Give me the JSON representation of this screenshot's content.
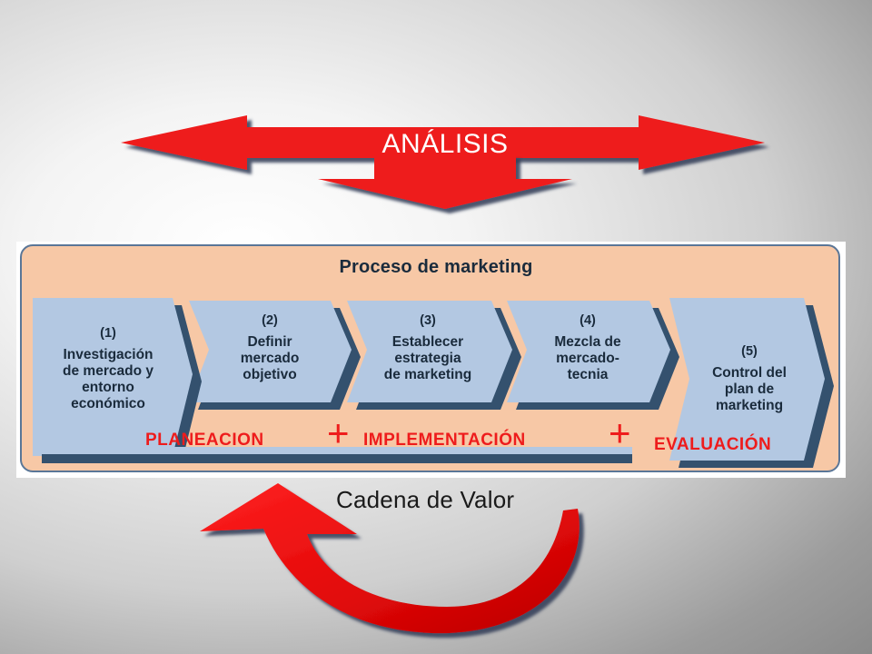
{
  "analysis": {
    "label": "ANÁLISIS"
  },
  "panel": {
    "title": "Proceso de marketing",
    "steps": [
      {
        "number": "(1)",
        "lines": [
          "Investigación",
          "de mercado y",
          "entorno",
          "económico"
        ]
      },
      {
        "number": "(2)",
        "lines": [
          "Definir",
          "mercado",
          "objetivo"
        ]
      },
      {
        "number": "(3)",
        "lines": [
          "Establecer",
          "estrategia",
          "de marketing"
        ]
      },
      {
        "number": "(4)",
        "lines": [
          "Mezcla de",
          "mercado-",
          "tecnia"
        ]
      },
      {
        "number": "(5)",
        "lines": [
          "Control del",
          "plan de",
          "marketing"
        ]
      }
    ]
  },
  "phases": {
    "planning": "PLANEACION",
    "plus_1": "+",
    "implementation": "IMPLEMENTACIÓN",
    "plus_2": "+",
    "evaluation": "EVALUACIÓN"
  },
  "footer": {
    "value_chain": "Cadena de Valor"
  },
  "colors": {
    "arrow_red": "#ee1c1c",
    "arrow_dark_red": "#b00000",
    "panel_peach": "#f7c8a6",
    "step_blue": "#b3c8e2",
    "step_shadow": "#34516e",
    "text_dark": "#1a2b3c",
    "phase_red": "#ee1c1c"
  }
}
